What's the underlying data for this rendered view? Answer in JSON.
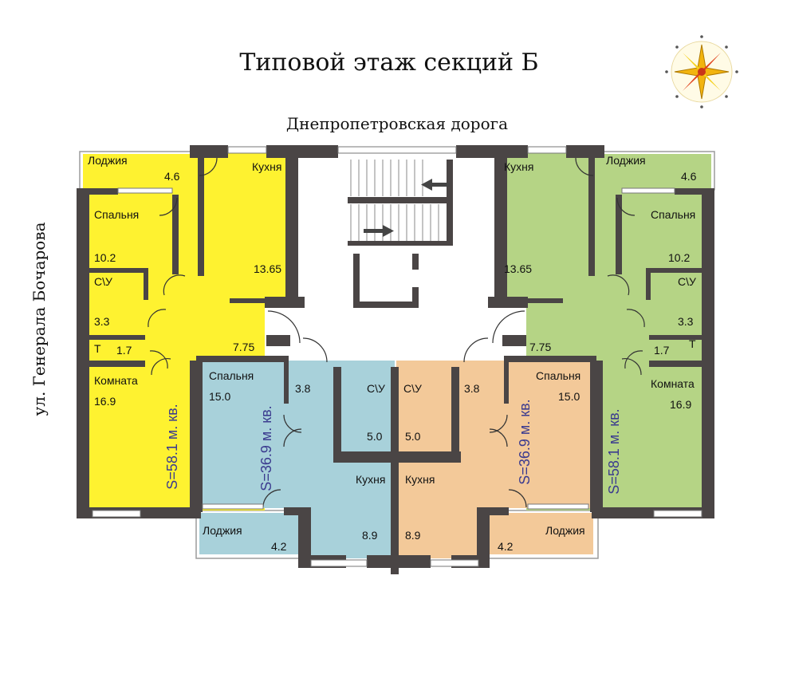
{
  "title": "Типовой этаж секций  Б",
  "street_top": "Днепропетровская дорога",
  "street_left": "ул. Генерала Бочарова",
  "colors": {
    "yellow": "#fef230",
    "green": "#b5d485",
    "blue": "#a8d1da",
    "peach": "#f3c999",
    "wall": "#4a4545",
    "outline": "#9b9b9b",
    "area_text": "#3b3b8f"
  },
  "apartments": {
    "left_yellow": {
      "loggia": "Лоджия",
      "loggia_area": "4.6",
      "kitchen": "Кухня",
      "kitchen_area": "13.65",
      "bedroom": "Спальня",
      "bedroom_area": "10.2",
      "bathroom": "С\\У",
      "bathroom_area": "3.3",
      "toilet": "Т",
      "toilet_area": "1.7",
      "hall_area": "7.75",
      "room": "Комната",
      "room_area": "16.9",
      "total": "S=58.1 м. кв."
    },
    "right_green": {
      "loggia": "Лоджия",
      "loggia_area": "4.6",
      "kitchen": "Кухня",
      "kitchen_area": "13.65",
      "bedroom": "Спальня",
      "bedroom_area": "10.2",
      "bathroom": "С\\У",
      "bathroom_area": "3.3",
      "toilet": "Т",
      "toilet_area": "1.7",
      "hall_area": "7.75",
      "room": "Комната",
      "room_area": "16.9",
      "total": "S=58.1 м. кв."
    },
    "center_blue": {
      "bedroom": "Спальня",
      "bedroom_area": "15.0",
      "hall_area": "3.8",
      "bathroom": "С\\У",
      "bathroom_area": "5.0",
      "kitchen": "Кухня",
      "kitchen_area": "8.9",
      "loggia": "Лоджия",
      "loggia_area": "4.2",
      "total": "S=36.9 м. кв."
    },
    "center_peach": {
      "bedroom": "Спальня",
      "bedroom_area": "15.0",
      "hall_area": "3.8",
      "bathroom": "С\\У",
      "bathroom_area": "5.0",
      "kitchen": "Кухня",
      "kitchen_area": "8.9",
      "loggia": "Лоджия",
      "loggia_area": "4.2",
      "total": "S=36.9 м. кв."
    }
  }
}
